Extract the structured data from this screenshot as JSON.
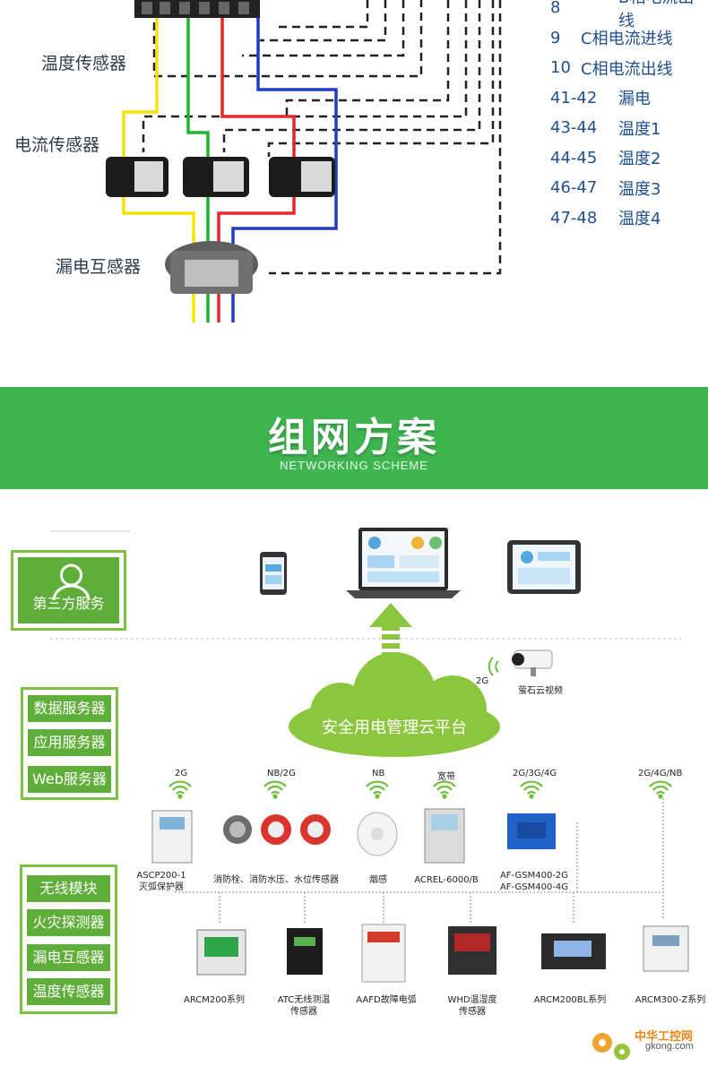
{
  "wiring": {
    "labels": {
      "temp_sensor": "温度传感器",
      "current_sensor": "电流传感器",
      "leakage_transformer": "漏电互感器"
    },
    "terminals": [
      {
        "no": "8",
        "name": "B相电流出线"
      },
      {
        "no": "9",
        "name": "C相电流进线"
      },
      {
        "no": "10",
        "name": "C相电流出线"
      },
      {
        "no": "41-42",
        "name": "漏电"
      },
      {
        "no": "43-44",
        "name": "温度1"
      },
      {
        "no": "44-45",
        "name": "温度2"
      },
      {
        "no": "46-47",
        "name": "温度3"
      },
      {
        "no": "47-48",
        "name": "温度4"
      }
    ],
    "wire_colors": {
      "yellow": "#f4e300",
      "green": "#1fb52d",
      "red": "#e8262a",
      "blue": "#1f3fbf",
      "dash": "#222222"
    }
  },
  "banner": {
    "title": "组网方案",
    "subtitle": "NETWORKING SCHEME",
    "color": "#3fb550"
  },
  "network": {
    "third_party": "第三方服务",
    "servers": [
      "数据服务器",
      "应用服务器",
      "Web服务器"
    ],
    "field_devices": [
      "无线模块",
      "火灾探测器",
      "漏电互感器",
      "温度传感器"
    ],
    "cloud": "安全用电管理云平台",
    "camera_label": "萤石云视频",
    "camera_net": "2G",
    "top_devices": [
      {
        "net": "2G",
        "label": "ASCP200-1\n灭弧保护器"
      },
      {
        "net": "NB/2G",
        "label": "消防栓、消防水压、水位传感器"
      },
      {
        "net": "NB",
        "label": "烟感"
      },
      {
        "net": "宽带",
        "label": "ACREL-6000/B"
      },
      {
        "net": "2G/3G/4G",
        "label": "AF-GSM400-2G\nAF-GSM400-4G"
      },
      {
        "net": "2G/4G/NB",
        "label": ""
      }
    ],
    "bottom_devices": [
      {
        "label": "ARCM200系列"
      },
      {
        "label": "ATC无线测温\n传感器"
      },
      {
        "label": "AAFD故障电弧"
      },
      {
        "label": "WHD温湿度\n传感器"
      },
      {
        "label": "ARCM200BL系列"
      },
      {
        "label": "ARCM300-Z系列"
      }
    ],
    "accent": "#7cc242"
  },
  "watermark": {
    "cn": "中华工控网",
    "en": "gkong.com"
  }
}
